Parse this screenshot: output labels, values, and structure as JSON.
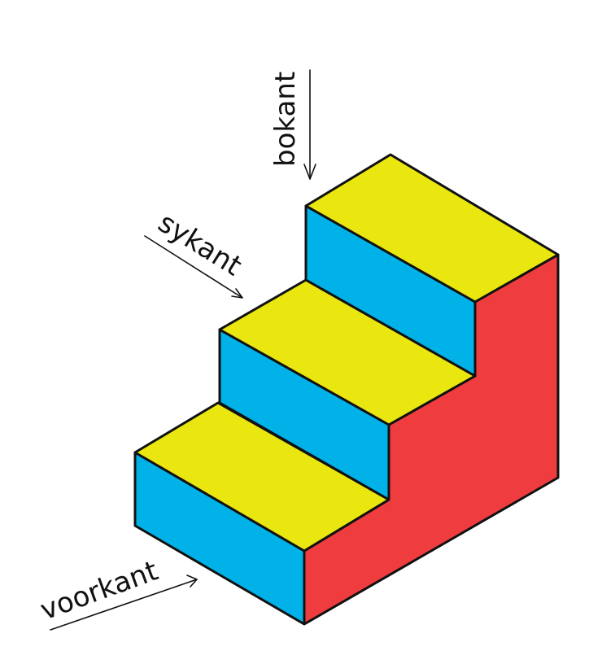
{
  "labels": {
    "top_view": "bokant",
    "side_view": "sykant",
    "front_view": "voorkant"
  },
  "colors": {
    "top_faces": "#EAE60F",
    "front_faces": "#00B2E8",
    "side_face": "#EF3D3F",
    "outline": "#111111",
    "background": "#FFFFFF"
  },
  "steps": {
    "count": 3
  }
}
